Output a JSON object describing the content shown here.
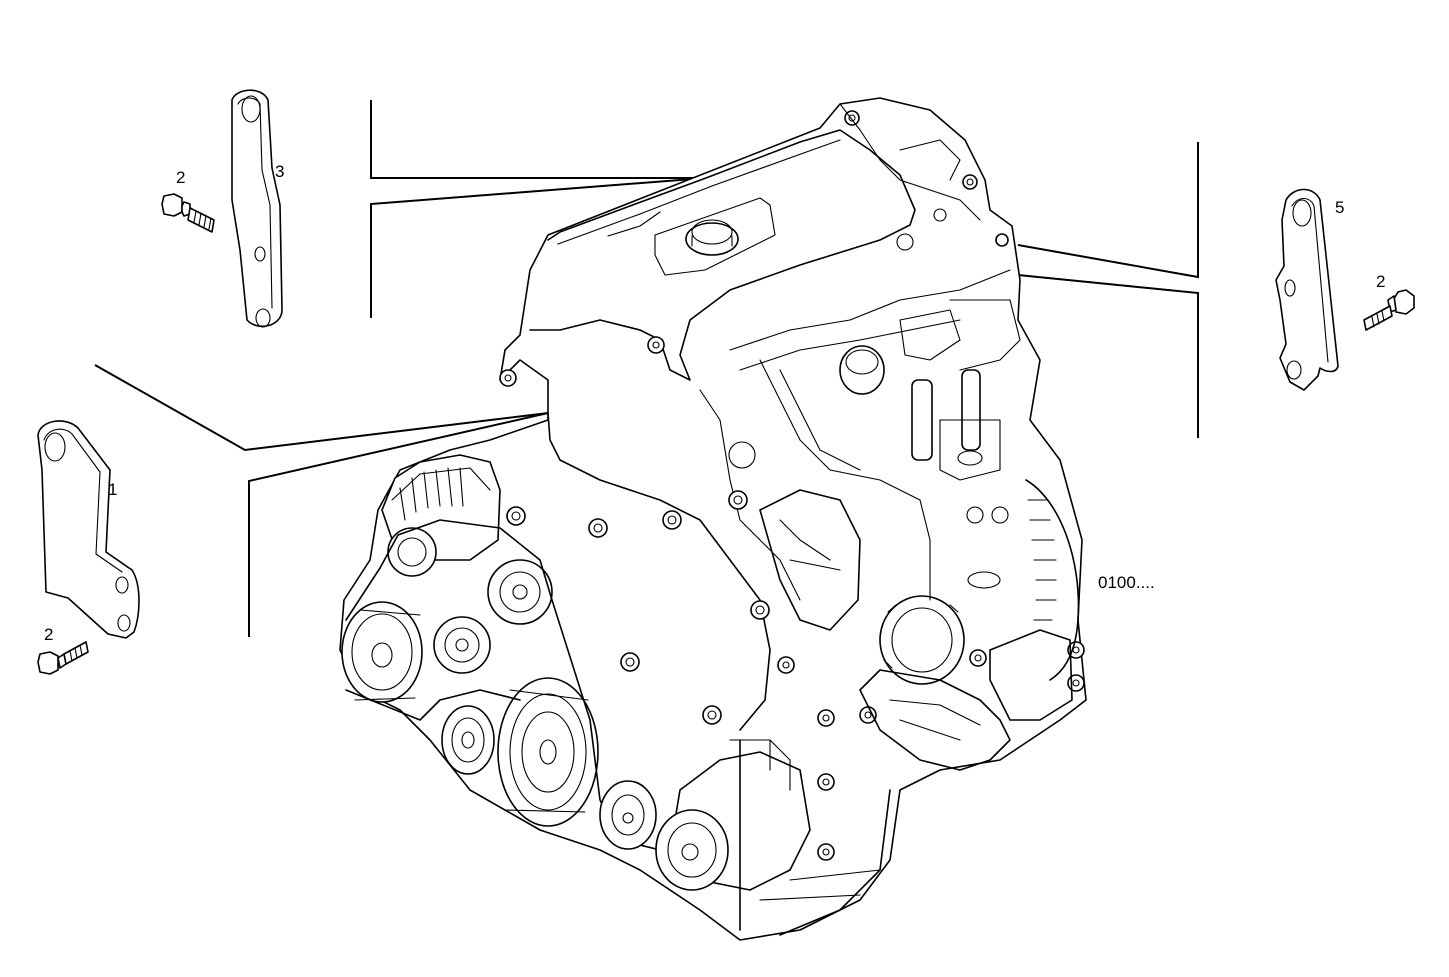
{
  "labels": {
    "bracket_1": "1",
    "bracket_3": "3",
    "bracket_5": "5",
    "bolt_top_left": "2",
    "bolt_left": "2",
    "bolt_right": "2",
    "engine_ref": "0100...."
  }
}
